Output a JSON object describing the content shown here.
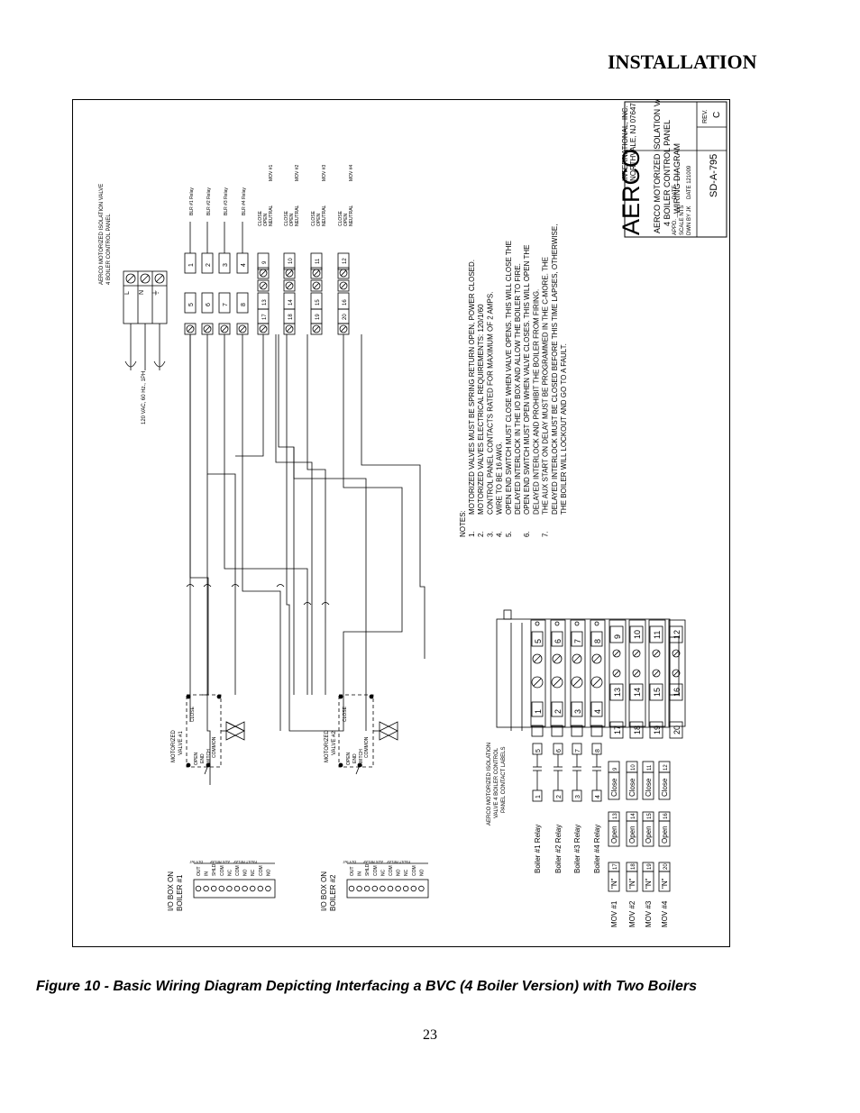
{
  "page": {
    "section_title": "INSTALLATION",
    "caption": "Figure 10 - Basic Wiring Diagram Depicting Interfacing a BVC (4 Boiler Version) with Two Boilers",
    "page_number": "23"
  },
  "panel": {
    "title_line1": "AERCO MOTORIZED ISOLATION VALVE",
    "title_line2": "4 BOILER CONTROL PANEL",
    "power": "120 VAC, 60 Hz., 1PH",
    "power_terms": [
      "L",
      "N",
      "⏚"
    ],
    "relay_terms_top": [
      "1",
      "2",
      "3",
      "4"
    ],
    "relay_terms_bottom": [
      "5",
      "6",
      "7",
      "8"
    ],
    "relay_labels": [
      "BLR #1 Relay",
      "BLR #2 Relay",
      "BLR #3 Relay",
      "BLR #4 Relay"
    ],
    "mov_terms_top": [
      "9",
      "10",
      "11",
      "12"
    ],
    "mov_terms_mid": [
      "13",
      "14",
      "15",
      "16"
    ],
    "mov_terms_bottom": [
      "17",
      "18",
      "19",
      "20"
    ],
    "mov_names": [
      "MOV #1",
      "MOV #2",
      "MOV #3",
      "MOV #4"
    ],
    "mov_functions": [
      "CLOSE",
      "OPEN",
      "NEUTRAL"
    ]
  },
  "valves": [
    {
      "title_line1": "MOTORIZED",
      "title_line2": "VALVE #1",
      "close": "CLOSE",
      "common": "COMMON",
      "open_end": [
        "OPEN",
        "END",
        "SWITCH"
      ]
    },
    {
      "title_line1": "MOTORIZED",
      "title_line2": "VALVE #2",
      "close": "CLOSE",
      "common": "COMMON",
      "open_end": [
        "OPEN",
        "END",
        "SWITCH"
      ]
    }
  ],
  "io_boxes": [
    {
      "title_line1": "I/O BOX ON",
      "title_line2": "BOILER #1",
      "terms": [
        "OUT",
        "IN",
        "SHLD",
        "COM",
        "NC",
        "COM",
        "NO",
        "NC",
        "COM",
        "NO"
      ],
      "groups": [
        "DLY INT",
        "AUX RELAY",
        "FAULT RELAY"
      ]
    },
    {
      "title_line1": "I/O BOX ON",
      "title_line2": "BOILER #2",
      "terms": [
        "OUT",
        "IN",
        "SHLD",
        "COM",
        "NC",
        "COM",
        "NO",
        "NC",
        "COM",
        "NO"
      ],
      "groups": [
        "DLY INT",
        "AUX RELAY",
        "FAULT RELAY"
      ]
    }
  ],
  "notes": {
    "title": "NOTES:",
    "items": [
      {
        "num": "1.",
        "lines": [
          "MOTORIZED VALVES MUST BE SPRING RETURN OPEN, POWER CLOSED."
        ]
      },
      {
        "num": "2.",
        "lines": [
          "MOTORIZED VALVES ELECTRICAL REQUIREMENTS: 120/1/60"
        ]
      },
      {
        "num": "3.",
        "lines": [
          "CONTROL PANEL CONTACTS RATED FOR MAXIMUM OF 2 AMPS."
        ]
      },
      {
        "num": "4.",
        "lines": [
          "WIRE TO BE 16 AWG."
        ]
      },
      {
        "num": "5.",
        "lines": [
          "OPEN END SWITCH MUST CLOSE WHEN VALVE OPENS. THIS WILL CLOSE THE",
          "DELAYED INTERLOCK IN THE I/O BOX AND ALLOW THE BOILER TO FIRE."
        ]
      },
      {
        "num": "6.",
        "lines": [
          "OPEN END SWITCH MUST OPEN WHEN VALVE CLOSES. THIS WILL OPEN THE",
          "DELAYED INTERLOCK AND PROHIBIT THE BOILER FROM FIRING."
        ]
      },
      {
        "num": "7.",
        "lines": [
          "THE AUX START ON DELAY MUST BE PROGRAMMED IN THE C-MORE. THE",
          "DELAYED INTERLOCK MUST BE CLOSED BEFORE THIS TIME LAPSES, OTHERWISE,",
          "THE BOILER WILL LOCKOUT AND GO TO A FAULT."
        ]
      }
    ]
  },
  "labels_legend": {
    "title_lines": [
      "AERCO MOTORIZED ISOLATION",
      "VALVE 4 BOILER CONTROL",
      "PANEL CONTACT LABELS"
    ],
    "relays": [
      {
        "label": "Boiler #1 Relay",
        "a": "1",
        "b": "5"
      },
      {
        "label": "Boiler #2 Relay",
        "a": "2",
        "b": "6"
      },
      {
        "label": "Boiler #3 Relay",
        "a": "3",
        "b": "7"
      },
      {
        "label": "Boiler #4 Relay",
        "a": "4",
        "b": "8"
      }
    ],
    "movs": [
      {
        "label": "MOV #1",
        "n": "\"N\"",
        "nt": "17",
        "open": "Open",
        "ot": "13",
        "close": "Close",
        "ct": "9"
      },
      {
        "label": "MOV #2",
        "n": "\"N\"",
        "nt": "18",
        "open": "Open",
        "ot": "14",
        "close": "Close",
        "ct": "10"
      },
      {
        "label": "MOV #3",
        "n": "\"N\"",
        "nt": "19",
        "open": "Open",
        "ot": "15",
        "close": "Close",
        "ct": "11"
      },
      {
        "label": "MOV #4",
        "n": "\"N\"",
        "nt": "20",
        "open": "Open",
        "ot": "16",
        "close": "Close",
        "ct": "12"
      }
    ]
  },
  "terminal_strip": {
    "rows": [
      [
        "1",
        "13",
        "17"
      ],
      [
        "2",
        "14",
        "18"
      ],
      [
        "3",
        "15",
        "19"
      ],
      [
        "4",
        "16",
        "20"
      ]
    ],
    "right": [
      "5",
      "6",
      "7",
      "8"
    ],
    "far": [
      "9",
      "10",
      "11",
      "12"
    ]
  },
  "title_block": {
    "company": "AERCO",
    "company_sub": "INTERNATIONAL, INC.",
    "address": "NORTHVALE, NJ 07647",
    "drawing_title": [
      "AERCO MOTORIZED ISOLATION VALVE",
      "4 BOILER CONTROL PANEL",
      "WIRING DIAGRAM"
    ],
    "drwn_by": "DWN BY  JK",
    "date": "DATE 121009",
    "scale": "SCALE   NTS",
    "appd": "APPD.  ____",
    "date2": "DATE ____",
    "drawing_number": "SD-A-795",
    "rev_label": "REV.",
    "rev": "C"
  }
}
